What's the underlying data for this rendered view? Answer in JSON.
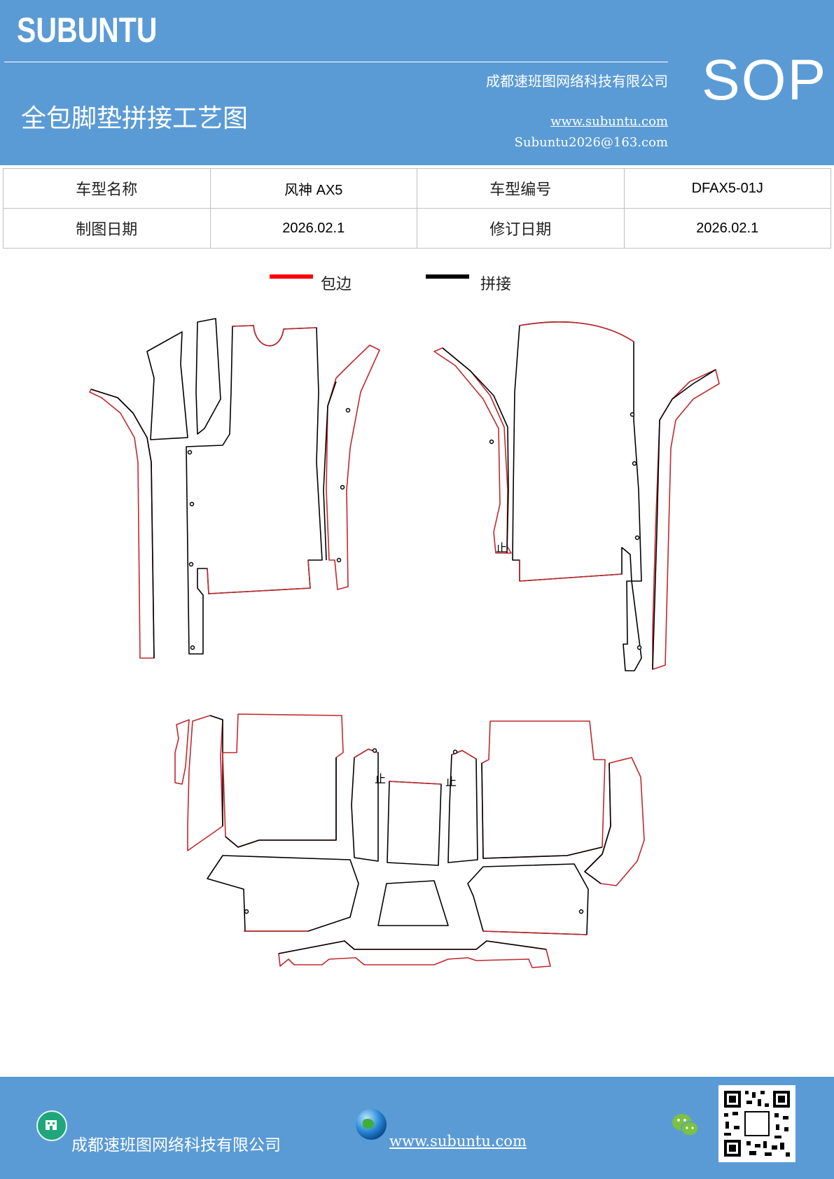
{
  "header": {
    "brand": "SUBUNTU",
    "doc_type": "SOP",
    "company": "成都速班图网络科技有限公司",
    "title": "全包脚垫拼接工艺图",
    "website": "www.subuntu.com",
    "email": "Subuntu2026@163.com"
  },
  "info_table": {
    "model_name_label": "车型名称",
    "model_name_value": "风神 AX5",
    "model_code_label": "车型编号",
    "model_code_value": "DFAX5-01J",
    "draw_date_label": "制图日期",
    "draw_date_value": "2026.02.1",
    "revise_date_label": "修订日期",
    "revise_date_value": "2026.02.1"
  },
  "legend": {
    "items": [
      {
        "label": "包边",
        "color": "#ff0000"
      },
      {
        "label": "拼接",
        "color": "#000000"
      }
    ]
  },
  "diagram": {
    "stop_mark": "止",
    "edge_color": "#c0282d",
    "seam_color": "#000000"
  },
  "footer": {
    "company": "成都速班图网络科技有限公司",
    "website": "www.subuntu.com",
    "icons": [
      "building-icon",
      "globe-icon",
      "wechat-icon",
      "qr-code"
    ]
  }
}
